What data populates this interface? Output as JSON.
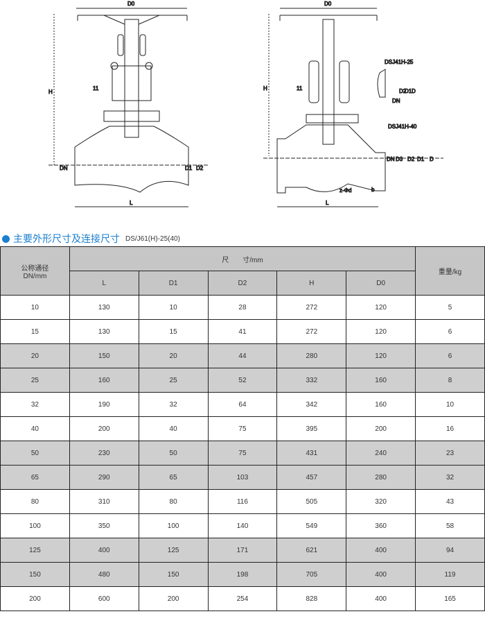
{
  "drawing_left": {
    "labels": {
      "do": "D0",
      "h": "H",
      "t1": "11",
      "dn": "DN",
      "d1": "D1",
      "d2": "D2",
      "l": "L"
    }
  },
  "drawing_right": {
    "labels": {
      "do": "D0",
      "h": "H",
      "t1": "11",
      "model25": "DSJ41H-25",
      "dn25": "DN",
      "d2_25": "D2",
      "d1_25": "D1",
      "d_25": "D",
      "model40": "DSJ41H-40",
      "dn40": "DN",
      "d3": "D3",
      "d2_40": "D2",
      "d1_40": "D1",
      "d_40": "D",
      "zd": "z-Φd",
      "b": "b",
      "l": "L"
    }
  },
  "section": {
    "title": "主要外形尺寸及连接尺寸",
    "model": "DS/J61(H)-25(40)",
    "accent": "#1b7fd0"
  },
  "table": {
    "header_dn": "公称通径",
    "header_dn_unit": "DN/mm",
    "header_dim": "尺　　寸/mm",
    "header_weight": "重量/kg",
    "columns": [
      "L",
      "D1",
      "D2",
      "H",
      "D0"
    ],
    "rows": [
      [
        "10",
        "130",
        "10",
        "28",
        "272",
        "120",
        "5"
      ],
      [
        "15",
        "130",
        "15",
        "41",
        "272",
        "120",
        "6"
      ],
      [
        "20",
        "150",
        "20",
        "44",
        "280",
        "120",
        "6"
      ],
      [
        "25",
        "160",
        "25",
        "52",
        "332",
        "160",
        "8"
      ],
      [
        "32",
        "190",
        "32",
        "64",
        "342",
        "160",
        "10"
      ],
      [
        "40",
        "200",
        "40",
        "75",
        "395",
        "200",
        "16"
      ],
      [
        "50",
        "230",
        "50",
        "75",
        "431",
        "240",
        "23"
      ],
      [
        "65",
        "290",
        "65",
        "103",
        "457",
        "280",
        "32"
      ],
      [
        "80",
        "310",
        "80",
        "116",
        "505",
        "320",
        "43"
      ],
      [
        "100",
        "350",
        "100",
        "140",
        "549",
        "360",
        "58"
      ],
      [
        "125",
        "400",
        "125",
        "171",
        "621",
        "400",
        "94"
      ],
      [
        "150",
        "480",
        "150",
        "198",
        "705",
        "400",
        "119"
      ],
      [
        "200",
        "600",
        "200",
        "254",
        "828",
        "400",
        "165"
      ]
    ]
  }
}
